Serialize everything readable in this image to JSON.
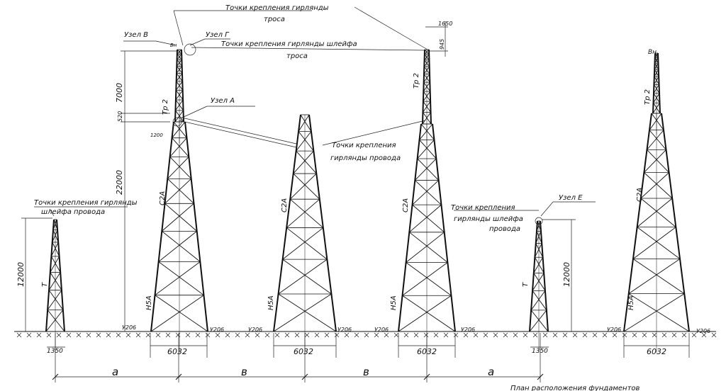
{
  "labels": {
    "node_b": "Узел В",
    "node_g": "Узел Г",
    "node_a": "Узел А",
    "node_e": "Узел Е",
    "cable_attach": "Точки крепления гирлянды",
    "cable_attach_2": "троса",
    "loop_attach": "Точки крепления гирлянды шлейфа",
    "loop_attach_2": "троса",
    "wire_attach": "Точки крепления",
    "wire_attach_2": "гирлянды провода",
    "left_loop_1": "Точки крепления гирлянды",
    "left_loop_2": "шлейфа провода",
    "right_loop_1": "Точки крепления",
    "right_loop_2": "гирлянды шлейфа",
    "right_loop_3": "провода",
    "footer": "План расположения фундаментов"
  },
  "tower_marks": {
    "tr2": "Тр 2",
    "s2a": "С2А",
    "n5a": "Н5А",
    "t": "Т",
    "vn": "Вн"
  },
  "dims": {
    "h7000": "7000",
    "h520": "520",
    "h22000": "22000",
    "h12000_left": "12000",
    "h12000_right": "12000",
    "h1200": "1200",
    "top1650": "1650",
    "top945": "945",
    "base6032_1": "6032",
    "base6032_2": "6032",
    "base6032_3": "6032",
    "base6032_4": "6032",
    "base1350": "1350",
    "base1350_r": "1350",
    "u206": "У206"
  },
  "spans": {
    "a1": "а",
    "b1": "в",
    "b2": "в",
    "a2": "а"
  }
}
